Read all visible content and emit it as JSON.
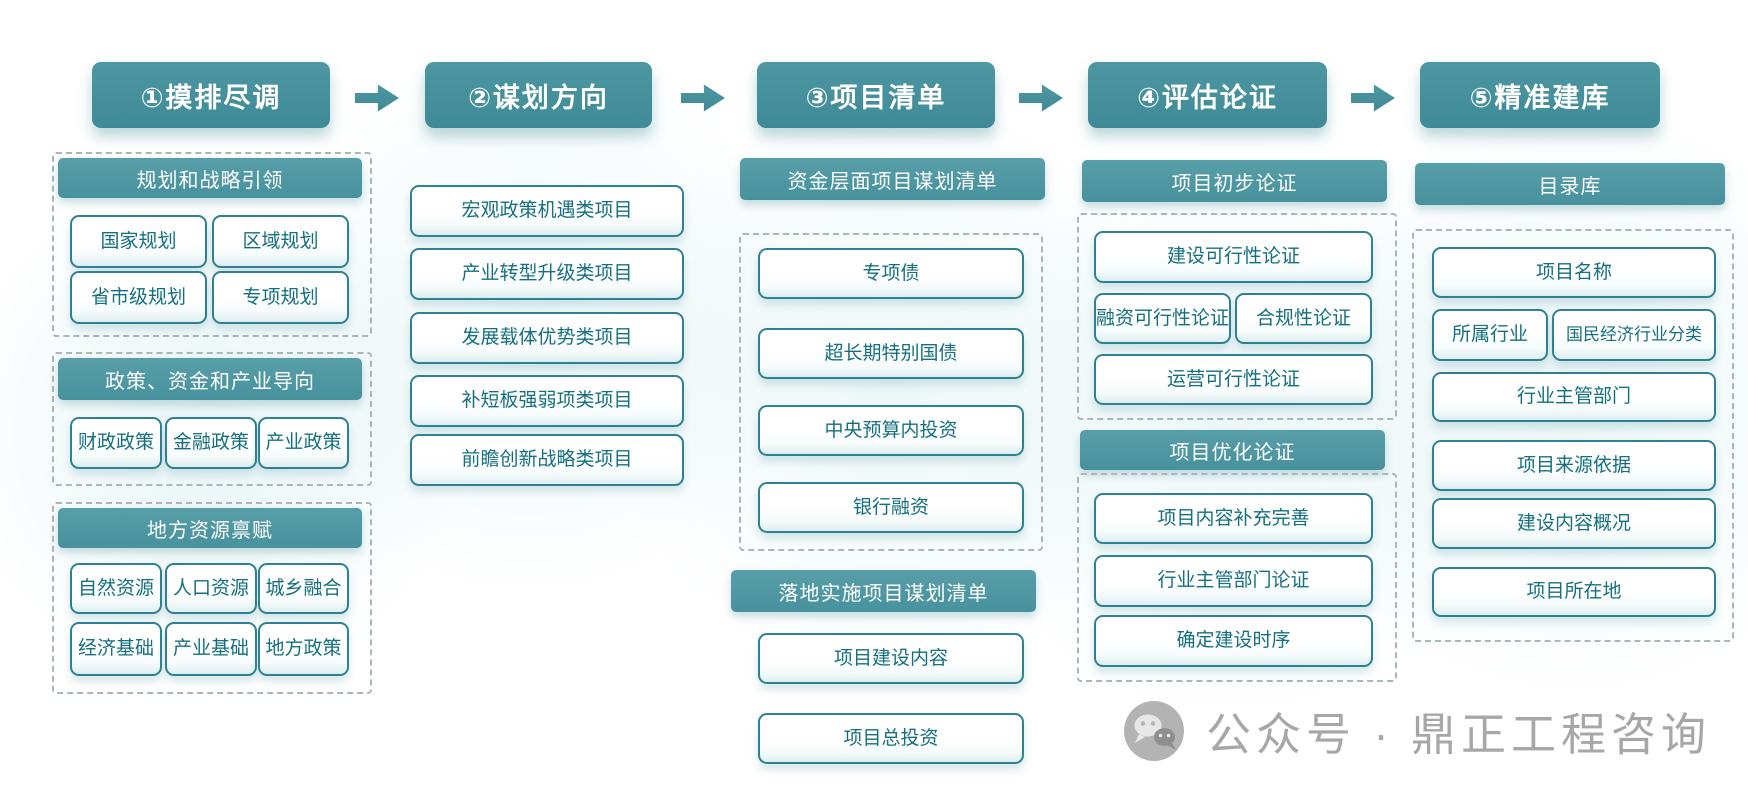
{
  "steps": [
    {
      "label": "①摸排尽调"
    },
    {
      "label": "②谋划方向"
    },
    {
      "label": "③项目清单"
    },
    {
      "label": "④评估论证"
    },
    {
      "label": "⑤精准建库"
    }
  ],
  "due_diligence": {
    "planning_group": {
      "title": "规划和战略引领",
      "items": [
        "国家规划",
        "区域规划",
        "省市级规划",
        "专项规划"
      ]
    },
    "policy_group": {
      "title": "政策、资金和产业导向",
      "items": [
        "财政政策",
        "金融政策",
        "产业政策"
      ]
    },
    "resource_group": {
      "title": "地方资源禀赋",
      "items": [
        "自然资源",
        "人口资源",
        "城乡融合",
        "经济基础",
        "产业基础",
        "地方政策"
      ]
    }
  },
  "direction": {
    "items": [
      "宏观政策机遇类项目",
      "产业转型升级类项目",
      "发展载体优势类项目",
      "补短板强弱项类项目",
      "前瞻创新战略类项目"
    ]
  },
  "project_list": {
    "funding_group": {
      "title": "资金层面项目谋划清单",
      "items": [
        "专项债",
        "超长期特别国债",
        "中央预算内投资",
        "银行融资"
      ]
    },
    "implementation_group": {
      "title": "落地实施项目谋划清单",
      "items": [
        "项目建设内容",
        "项目总投资"
      ]
    }
  },
  "evaluation": {
    "preliminary_group": {
      "title": "项目初步论证",
      "items": [
        "建设可行性论证",
        "融资可行性论证",
        "合规性论证",
        "运营可行性论证"
      ]
    },
    "optimization_group": {
      "title": "项目优化论证",
      "items": [
        "项目内容补充完善",
        "行业主管部门论证",
        "确定建设时序"
      ]
    }
  },
  "database": {
    "catalog_group": {
      "title": "目录库",
      "items": [
        "项目名称",
        "所属行业",
        "国民经济行业分类",
        "行业主管部门",
        "项目来源依据",
        "建设内容概况",
        "项目所在地"
      ]
    }
  },
  "watermark": {
    "icon": "wechat-icon",
    "text": "公众号 · 鼎正工程咨询"
  },
  "colors": {
    "header_teal": "#3e8a96",
    "bar_teal": "#47929d",
    "box_border": "#2e8192",
    "box_text": "#14707f",
    "dashed_border": "#a9b6bb",
    "watermark_gray": "#a7a7a7"
  }
}
